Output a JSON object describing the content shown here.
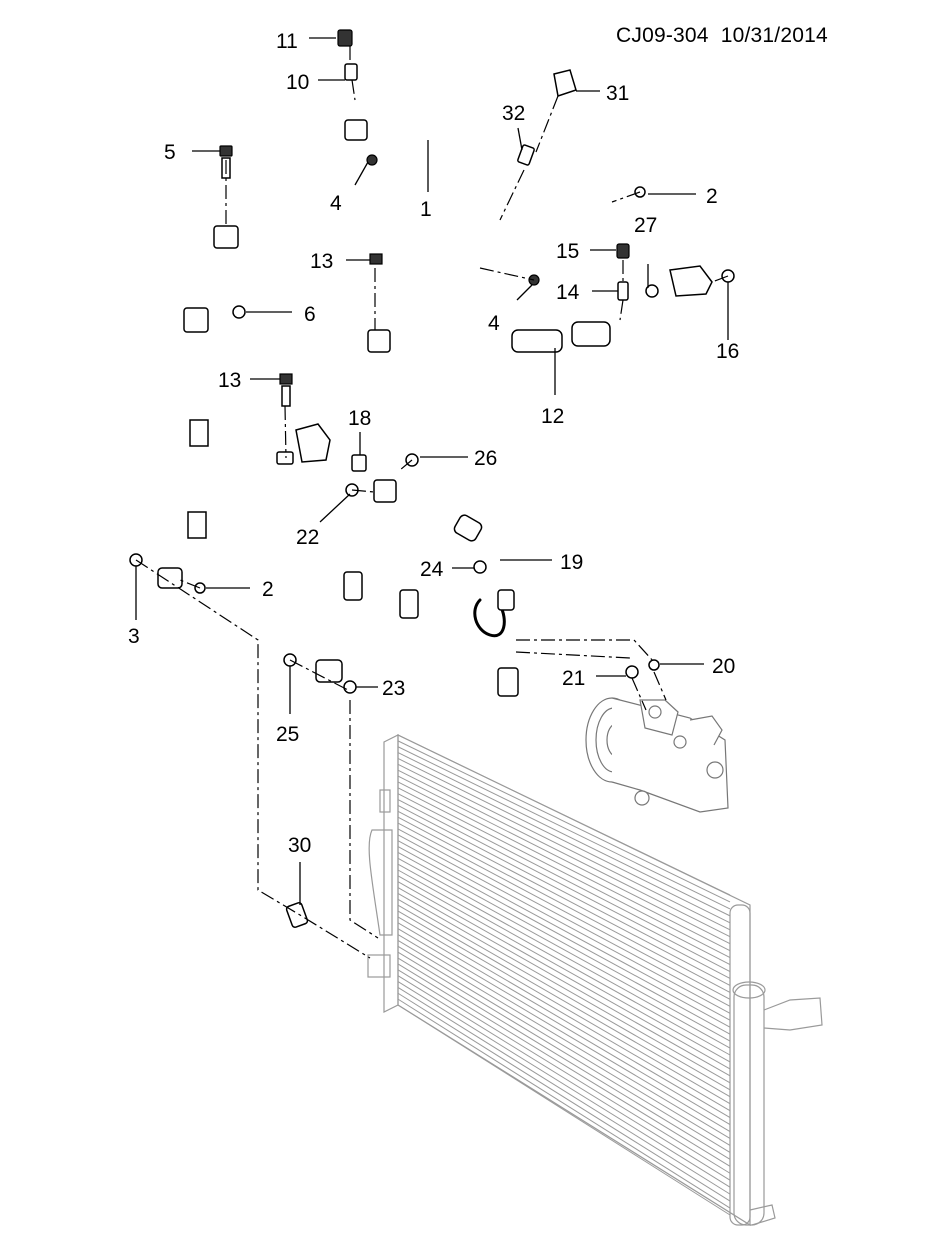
{
  "document_code": "CJ09-304",
  "document_date": "10/31/2014",
  "callouts": [
    "11",
    "10",
    "31",
    "32",
    "5",
    "4",
    "1",
    "2",
    "27",
    "15",
    "13",
    "14",
    "4",
    "16",
    "6",
    "12",
    "13",
    "18",
    "26",
    "22",
    "24",
    "19",
    "3",
    "2",
    "21",
    "20",
    "25",
    "23",
    "30"
  ],
  "icons": {
    "condenser": "condenser-icon",
    "compressor": "ac-compressor-icon",
    "hoses": "refrigerant-hose-icon"
  }
}
